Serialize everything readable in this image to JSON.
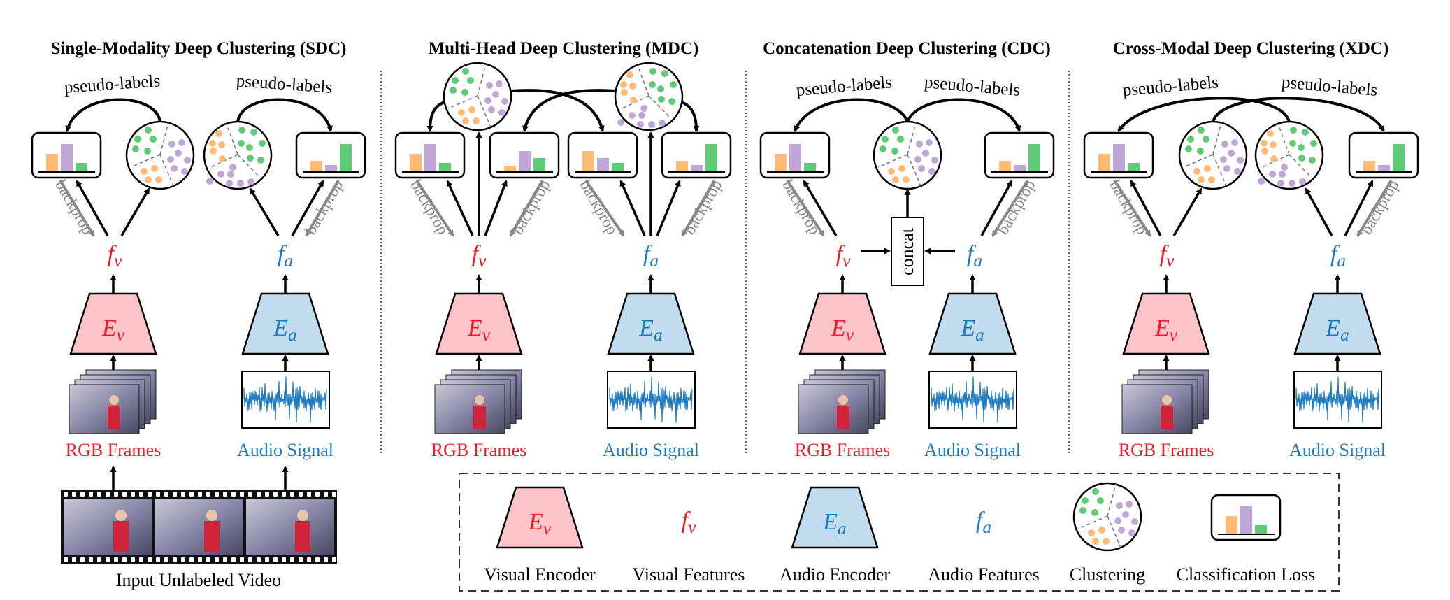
{
  "panels": [
    {
      "id": "sdc",
      "title": "Single-Modality Deep Clustering (SDC)"
    },
    {
      "id": "mdc",
      "title": "Multi-Head Deep Clustering (MDC)"
    },
    {
      "id": "cdc",
      "title": "Concatenation Deep Clustering (CDC)"
    },
    {
      "id": "xdc",
      "title": "Cross-Modal Deep Clustering (XDC)"
    }
  ],
  "labels": {
    "pseudo_labels": "pseudo-labels",
    "backprop": "backprop",
    "rgb_frames": "RGB Frames",
    "audio_signal": "Audio Signal",
    "concat": "concat",
    "input_video": "Input Unlabeled Video"
  },
  "symbols": {
    "visual_encoder": {
      "main": "E",
      "sub": "v"
    },
    "audio_encoder": {
      "main": "E",
      "sub": "a"
    },
    "visual_features": {
      "main": "f",
      "sub": "v"
    },
    "audio_features": {
      "main": "f",
      "sub": "a"
    }
  },
  "legend": [
    {
      "kind": "visual-encoder",
      "label": "Visual Encoder"
    },
    {
      "kind": "visual-features",
      "label": "Visual Features"
    },
    {
      "kind": "audio-encoder",
      "label": "Audio Encoder"
    },
    {
      "kind": "audio-features",
      "label": "Audio Features"
    },
    {
      "kind": "clustering",
      "label": "Clustering"
    },
    {
      "kind": "classification-loss",
      "label": "Classification Loss"
    }
  ],
  "colors": {
    "visual": "#ee1c25",
    "audio": "#1f7bc0",
    "visual_encoder_fill": "#fcc4c8",
    "audio_encoder_fill": "#c0dcee",
    "orange": "#fdbb77",
    "purple": "#c0a6d6",
    "green": "#5fcb77",
    "backprop": "#888888"
  }
}
